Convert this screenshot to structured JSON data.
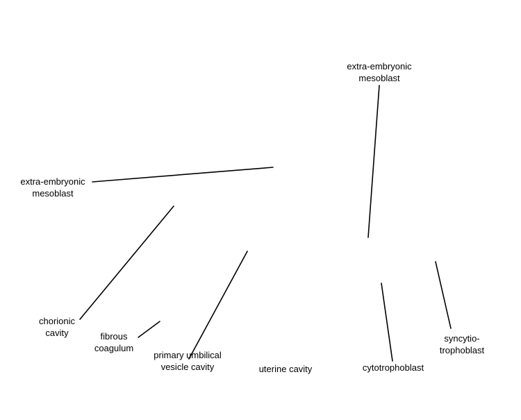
{
  "labels": {
    "mesoblast_top": {
      "line1": "extra-embryonic",
      "line2": "mesoblast"
    },
    "mesoblast_left": {
      "line1": "extra-embryonic",
      "line2": "mesoblast"
    },
    "chorionic_cavity": {
      "line1": "chorionic",
      "line2": "cavity"
    },
    "fibrous_coagulum": {
      "line1": "fibrous",
      "line2": "coagulum"
    },
    "primary_umbilical_vesicle_cavity": {
      "line1": "primary umbilical",
      "line2": "vesicle cavity"
    },
    "uterine_cavity": {
      "line1": "uterine cavity"
    },
    "cytotrophoblast": {
      "line1": "cytotrophoblast"
    },
    "syncytiotrophoblast": {
      "line1": "syncytio-",
      "line2": "trophoblast"
    }
  }
}
